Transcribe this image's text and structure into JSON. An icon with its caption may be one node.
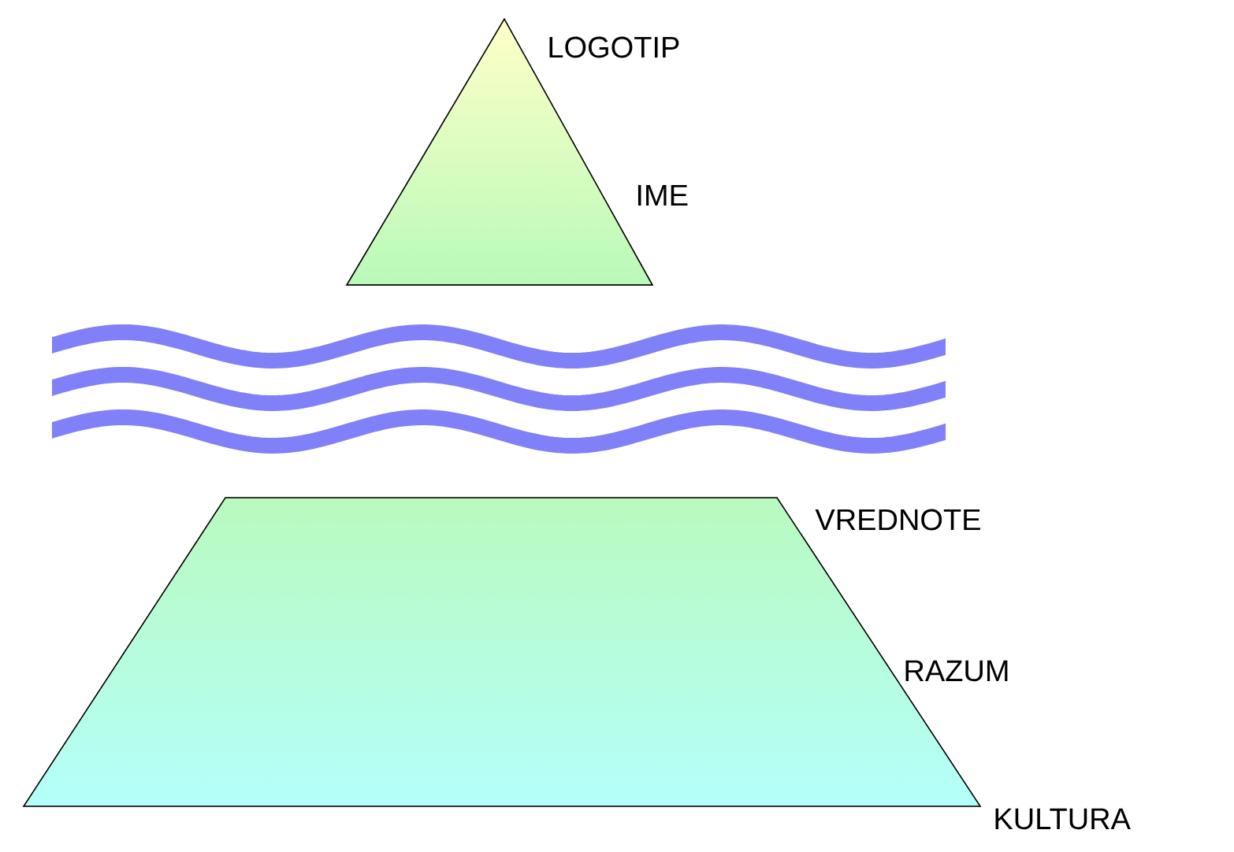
{
  "diagram": {
    "nodes": [
      {
        "text": [],
        "shape": "triangle",
        "beside": [
          "LOGOTIP",
          "IME"
        ]
      },
      {
        "text": [],
        "shape": "trapezoid",
        "beside": [
          "VREDNOTE",
          "RAZUM",
          "KULTURA"
        ]
      }
    ]
  }
}
